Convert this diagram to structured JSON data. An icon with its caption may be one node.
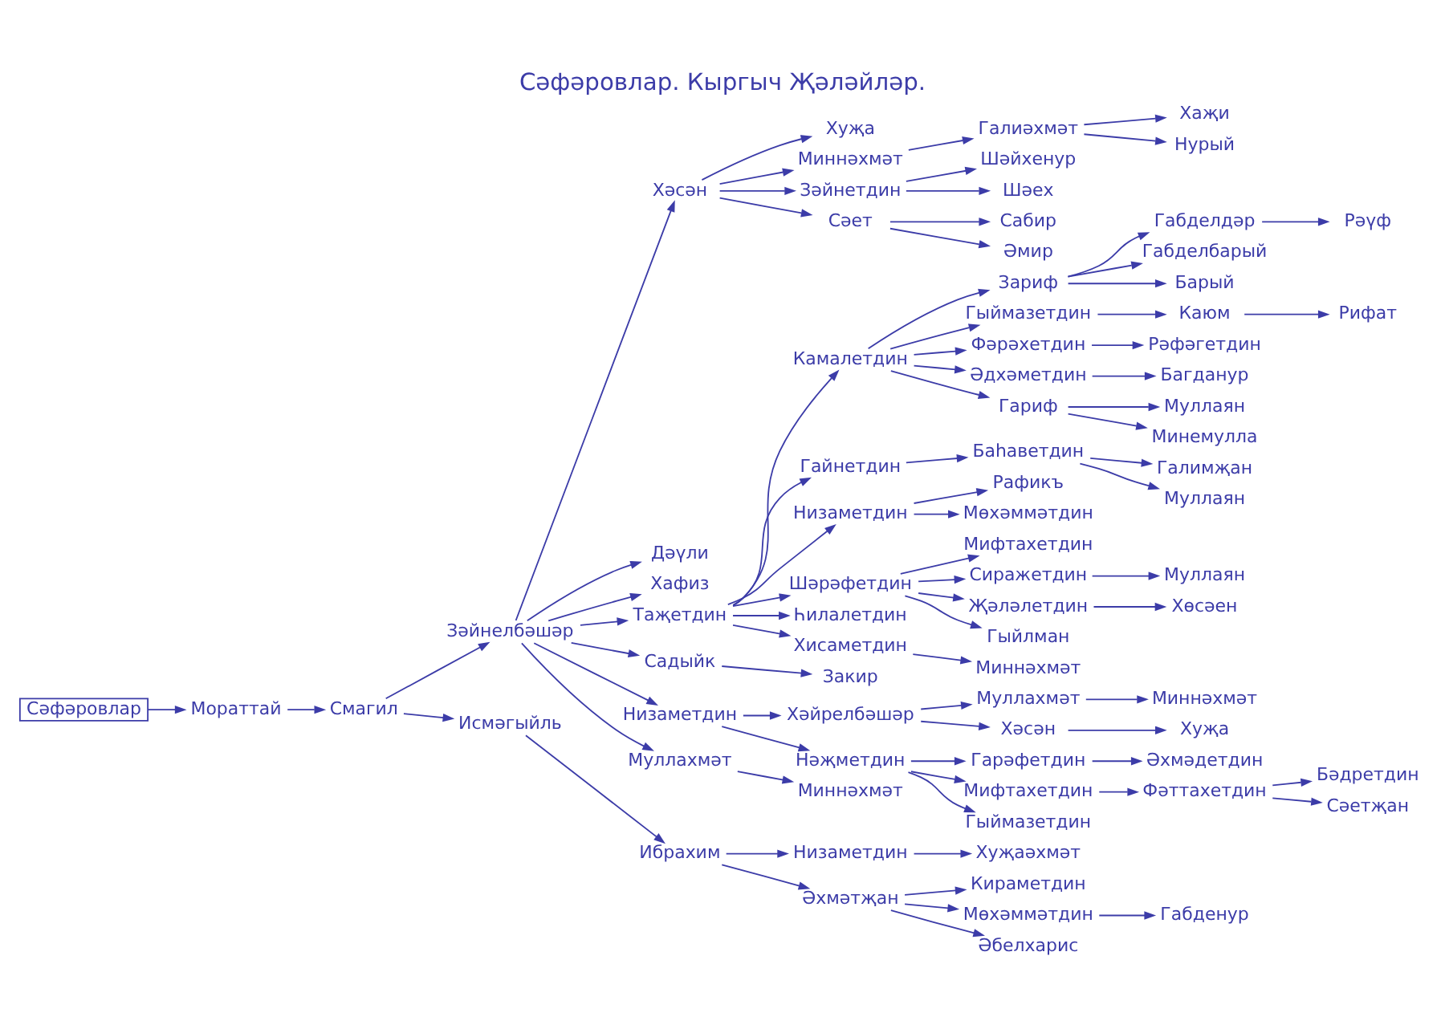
{
  "diagram": {
    "title": "Сәфәровлар. Кыргыч Җәләйләр.",
    "nodes": [
      {
        "text": [
          "Сәфәровлар"
        ]
      },
      {
        "text": [
          "Мораттай"
        ]
      },
      {
        "text": [
          "Смагил"
        ]
      },
      {
        "text": [
          "Зәйнелбәшәр"
        ]
      },
      {
        "text": [
          "Исмәгыйль"
        ]
      },
      {
        "text": [
          "Ибрахим"
        ]
      },
      {
        "text": [
          "Низаметдин"
        ]
      },
      {
        "text": [
          "Хуҗаәхмәт"
        ]
      },
      {
        "text": [
          "Әхмәтҗан"
        ]
      },
      {
        "text": [
          "Кираметдин"
        ]
      },
      {
        "text": [
          "Мөхәммәтдин"
        ]
      },
      {
        "text": [
          "Габденур"
        ]
      },
      {
        "text": [
          "Әбелхарис"
        ]
      },
      {
        "text": [
          "Хәсән"
        ]
      },
      {
        "text": [
          "Хуҗа"
        ]
      },
      {
        "text": [
          "Миннәхмәт"
        ]
      },
      {
        "text": [
          "Галиәхмәт"
        ]
      },
      {
        "text": [
          "Хаҗи"
        ]
      },
      {
        "text": [
          "Нурый"
        ]
      },
      {
        "text": [
          "Зәйнетдин"
        ]
      },
      {
        "text": [
          "Шәйхенур"
        ]
      },
      {
        "text": [
          "Шәех"
        ]
      },
      {
        "text": [
          "Сәет"
        ]
      },
      {
        "text": [
          "Сабир"
        ]
      },
      {
        "text": [
          "Әмир"
        ]
      },
      {
        "text": [
          "Дәүли"
        ]
      },
      {
        "text": [
          "Хафиз"
        ]
      },
      {
        "text": [
          "Таҗетдин"
        ]
      },
      {
        "text": [
          "Садыйк"
        ]
      },
      {
        "text": [
          "Закир"
        ]
      },
      {
        "text": [
          "Низаметдин"
        ]
      },
      {
        "text": [
          "Хәйрелбәшәр"
        ]
      },
      {
        "text": [
          "Муллахмәт"
        ]
      },
      {
        "text": [
          "Миннәхмәт"
        ]
      },
      {
        "text": [
          "Хәсән"
        ]
      },
      {
        "text": [
          "Хуҗа"
        ]
      },
      {
        "text": [
          "Нәҗметдин"
        ]
      },
      {
        "text": [
          "Гарәфетдин"
        ]
      },
      {
        "text": [
          "Әхмәдетдин"
        ]
      },
      {
        "text": [
          "Мифтахетдин"
        ]
      },
      {
        "text": [
          "Фәттахетдин"
        ]
      },
      {
        "text": [
          "Бәдретдин"
        ]
      },
      {
        "text": [
          "Сәетҗан"
        ]
      },
      {
        "text": [
          "Гыймазетдин"
        ]
      },
      {
        "text": [
          "Муллахмәт"
        ]
      },
      {
        "text": [
          "Миннәхмәт"
        ]
      },
      {
        "text": [
          "Камалетдин"
        ]
      },
      {
        "text": [
          "Зариф"
        ]
      },
      {
        "text": [
          "Габделдәр"
        ]
      },
      {
        "text": [
          "Рәүф"
        ]
      },
      {
        "text": [
          "Габделбарый"
        ]
      },
      {
        "text": [
          "Барый"
        ]
      },
      {
        "text": [
          "Гыймазетдин"
        ]
      },
      {
        "text": [
          "Каюм"
        ]
      },
      {
        "text": [
          "Рифат"
        ]
      },
      {
        "text": [
          "Фәрәхетдин"
        ]
      },
      {
        "text": [
          "Рәфәгетдин"
        ]
      },
      {
        "text": [
          "Әдхәметдин"
        ]
      },
      {
        "text": [
          "Багданур"
        ]
      },
      {
        "text": [
          "Гариф"
        ]
      },
      {
        "text": [
          "Муллаян"
        ]
      },
      {
        "text": [
          "Минемулла"
        ]
      },
      {
        "text": [
          "Гайнетдин"
        ]
      },
      {
        "text": [
          "Баһаветдин"
        ]
      },
      {
        "text": [
          "Галимҗан"
        ]
      },
      {
        "text": [
          "Муллаян"
        ]
      },
      {
        "text": [
          "Низаметдин"
        ]
      },
      {
        "text": [
          "Рафикъ"
        ]
      },
      {
        "text": [
          "Мөхәммәтдин"
        ]
      },
      {
        "text": [
          "Шәрәфетдин"
        ]
      },
      {
        "text": [
          "Мифтахетдин"
        ]
      },
      {
        "text": [
          "Сиражетдин"
        ]
      },
      {
        "text": [
          "Муллаян"
        ]
      },
      {
        "text": [
          "Җәләлетдин"
        ]
      },
      {
        "text": [
          "Хөсәен"
        ]
      },
      {
        "text": [
          "Гыйлман"
        ]
      },
      {
        "text": [
          "Һилалетдин"
        ]
      },
      {
        "text": [
          "Хисаметдин"
        ]
      },
      {
        "text": [
          "Миннәхмәт"
        ]
      }
    ],
    "edges": [
      {
        "from": 0,
        "to": 1,
        "arrow": "to"
      },
      {
        "from": 1,
        "to": 2,
        "arrow": "to"
      },
      {
        "from": 2,
        "to": 3,
        "arrow": "to"
      },
      {
        "from": 2,
        "to": 4,
        "arrow": "to"
      },
      {
        "from": 4,
        "to": 5,
        "arrow": "to"
      },
      {
        "from": 5,
        "to": 6,
        "arrow": "to"
      },
      {
        "from": 6,
        "to": 7,
        "arrow": "to"
      },
      {
        "from": 5,
        "to": 8,
        "arrow": "to"
      },
      {
        "from": 8,
        "to": 9,
        "arrow": "to"
      },
      {
        "from": 8,
        "to": 10,
        "arrow": "to"
      },
      {
        "from": 10,
        "to": 11,
        "arrow": "to"
      },
      {
        "from": 8,
        "to": 12,
        "arrow": "to"
      },
      {
        "from": 3,
        "to": 13,
        "arrow": "to"
      },
      {
        "from": 13,
        "to": 14,
        "arrow": "to"
      },
      {
        "from": 13,
        "to": 15,
        "arrow": "to"
      },
      {
        "from": 15,
        "to": 16,
        "arrow": "to"
      },
      {
        "from": 16,
        "to": 17,
        "arrow": "to"
      },
      {
        "from": 16,
        "to": 18,
        "arrow": "to"
      },
      {
        "from": 13,
        "to": 19,
        "arrow": "to"
      },
      {
        "from": 19,
        "to": 20,
        "arrow": "to"
      },
      {
        "from": 19,
        "to": 21,
        "arrow": "to"
      },
      {
        "from": 13,
        "to": 22,
        "arrow": "to"
      },
      {
        "from": 22,
        "to": 23,
        "arrow": "to"
      },
      {
        "from": 22,
        "to": 24,
        "arrow": "to"
      },
      {
        "from": 3,
        "to": 25,
        "arrow": "to"
      },
      {
        "from": 3,
        "to": 26,
        "arrow": "to"
      },
      {
        "from": 3,
        "to": 27,
        "arrow": "to"
      },
      {
        "from": 3,
        "to": 28,
        "arrow": "to"
      },
      {
        "from": 28,
        "to": 29,
        "arrow": "to"
      },
      {
        "from": 3,
        "to": 30,
        "arrow": "to"
      },
      {
        "from": 30,
        "to": 31,
        "arrow": "to"
      },
      {
        "from": 31,
        "to": 32,
        "arrow": "to"
      },
      {
        "from": 32,
        "to": 33,
        "arrow": "to"
      },
      {
        "from": 31,
        "to": 34,
        "arrow": "to"
      },
      {
        "from": 34,
        "to": 35,
        "arrow": "to"
      },
      {
        "from": 30,
        "to": 36,
        "arrow": "to"
      },
      {
        "from": 36,
        "to": 37,
        "arrow": "to"
      },
      {
        "from": 37,
        "to": 38,
        "arrow": "to"
      },
      {
        "from": 36,
        "to": 39,
        "arrow": "to"
      },
      {
        "from": 39,
        "to": 40,
        "arrow": "to"
      },
      {
        "from": 40,
        "to": 41,
        "arrow": "to"
      },
      {
        "from": 40,
        "to": 42,
        "arrow": "to"
      },
      {
        "from": 36,
        "to": 43,
        "arrow": "to"
      },
      {
        "from": 3,
        "to": 44,
        "arrow": "to"
      },
      {
        "from": 44,
        "to": 45,
        "arrow": "to"
      },
      {
        "from": 27,
        "to": 46,
        "arrow": "to"
      },
      {
        "from": 46,
        "to": 47,
        "arrow": "to"
      },
      {
        "from": 47,
        "to": 48,
        "arrow": "to"
      },
      {
        "from": 48,
        "to": 49,
        "arrow": "to"
      },
      {
        "from": 47,
        "to": 50,
        "arrow": "to"
      },
      {
        "from": 47,
        "to": 51,
        "arrow": "to"
      },
      {
        "from": 46,
        "to": 52,
        "arrow": "to"
      },
      {
        "from": 52,
        "to": 53,
        "arrow": "to"
      },
      {
        "from": 53,
        "to": 54,
        "arrow": "to"
      },
      {
        "from": 46,
        "to": 55,
        "arrow": "to"
      },
      {
        "from": 55,
        "to": 56,
        "arrow": "to"
      },
      {
        "from": 46,
        "to": 57,
        "arrow": "to"
      },
      {
        "from": 57,
        "to": 58,
        "arrow": "to"
      },
      {
        "from": 46,
        "to": 59,
        "arrow": "to"
      },
      {
        "from": 59,
        "to": 60,
        "arrow": "to"
      },
      {
        "from": 59,
        "to": 61,
        "arrow": "to"
      },
      {
        "from": 27,
        "to": 62,
        "arrow": "to"
      },
      {
        "from": 62,
        "to": 63,
        "arrow": "to"
      },
      {
        "from": 63,
        "to": 64,
        "arrow": "to"
      },
      {
        "from": 63,
        "to": 65,
        "arrow": "to"
      },
      {
        "from": 27,
        "to": 66,
        "arrow": "to"
      },
      {
        "from": 66,
        "to": 67,
        "arrow": "to"
      },
      {
        "from": 66,
        "to": 68,
        "arrow": "to"
      },
      {
        "from": 27,
        "to": 69,
        "arrow": "to"
      },
      {
        "from": 69,
        "to": 70,
        "arrow": "to"
      },
      {
        "from": 69,
        "to": 71,
        "arrow": "to"
      },
      {
        "from": 71,
        "to": 72,
        "arrow": "to"
      },
      {
        "from": 69,
        "to": 73,
        "arrow": "to"
      },
      {
        "from": 73,
        "to": 74,
        "arrow": "to"
      },
      {
        "from": 69,
        "to": 75,
        "arrow": "to"
      },
      {
        "from": 27,
        "to": 76,
        "arrow": "to"
      },
      {
        "from": 27,
        "to": 77,
        "arrow": "to"
      },
      {
        "from": 77,
        "to": 78,
        "arrow": "to"
      }
    ]
  }
}
